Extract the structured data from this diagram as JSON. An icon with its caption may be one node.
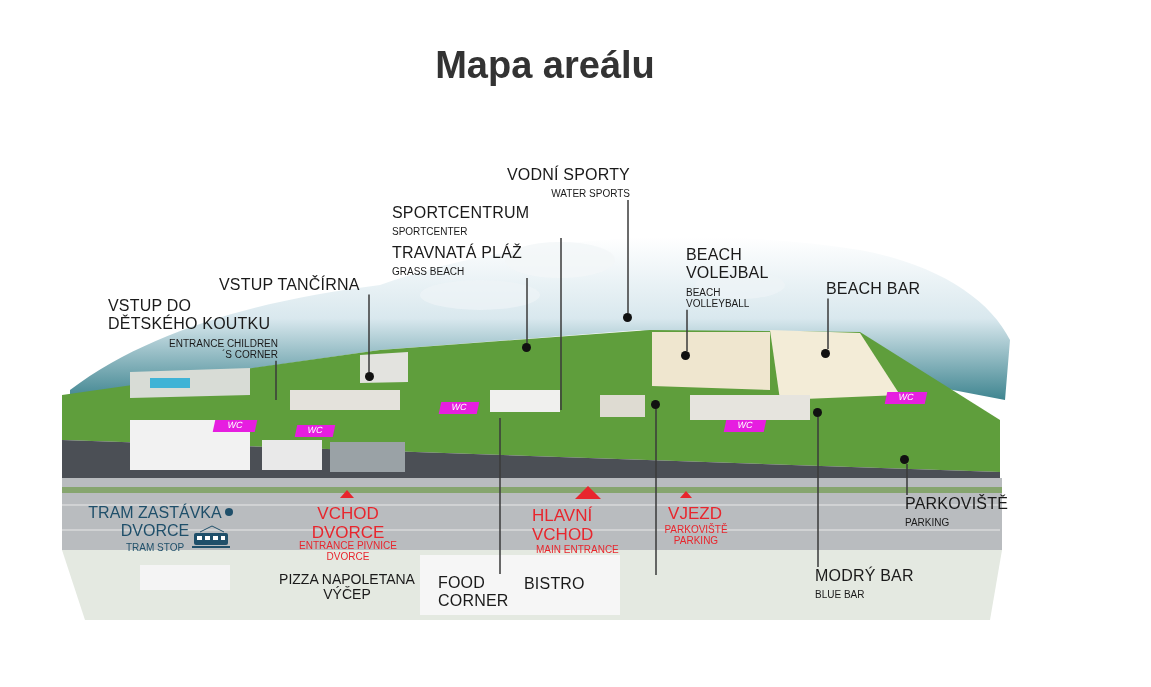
{
  "diagram": {
    "title": "Mapa areálu",
    "nodes": [
      {
        "text": [
          "VSTUP DO DĚTSKÉHO KOUTKU",
          "ENTRANCE CHILDREN´S CORNER"
        ]
      },
      {
        "text": [
          "VSTUP TANČÍRNA"
        ]
      },
      {
        "text": [
          "SPORTCENTRUM",
          "SPORTCENTER"
        ]
      },
      {
        "text": [
          "TRAVNATÁ PLÁŽ",
          "GRASS BEACH"
        ]
      },
      {
        "text": [
          "VODNÍ SPORTY",
          "WATER SPORTS"
        ]
      },
      {
        "text": [
          "BEACH VOLEJBAL",
          "BEACH VOLLEYBALL"
        ]
      },
      {
        "text": [
          "BEACH BAR"
        ]
      },
      {
        "text": [
          "FOOD CORNER"
        ]
      },
      {
        "text": [
          "BISTRO"
        ]
      },
      {
        "text": [
          "MODRÝ BAR",
          "BLUE BAR"
        ]
      },
      {
        "text": [
          "PARKOVIŠTĚ",
          "PARKING"
        ]
      },
      {
        "text": [],
        "shape": "circle"
      },
      {
        "text": [],
        "shape": "circle"
      },
      {
        "text": [],
        "shape": "circle"
      },
      {
        "text": [],
        "shape": "circle"
      },
      {
        "text": [],
        "shape": "circle"
      },
      {
        "text": [],
        "shape": "circle"
      },
      {
        "text": [],
        "shape": "circle"
      },
      {
        "text": [],
        "shape": "circle"
      }
    ],
    "edges": [
      {
        "from": 0,
        "to": null,
        "arrow": "none"
      },
      {
        "from": 1,
        "to": 11,
        "arrow": "none"
      },
      {
        "from": 2,
        "to": null,
        "arrow": "none"
      },
      {
        "from": 3,
        "to": 12,
        "arrow": "none"
      },
      {
        "from": 4,
        "to": 13,
        "arrow": "none"
      },
      {
        "from": 5,
        "to": 14,
        "arrow": "none"
      },
      {
        "from": 6,
        "to": 15,
        "arrow": "none"
      },
      {
        "from": 7,
        "to": null,
        "arrow": "none"
      },
      {
        "from": 8,
        "to": 16,
        "arrow": "none"
      },
      {
        "from": 9,
        "to": 17,
        "arrow": "none"
      },
      {
        "from": 10,
        "to": 18,
        "arrow": "none"
      }
    ],
    "labels": [
      "WC",
      "WC",
      "WC",
      "WC",
      "WC",
      "TRAM ZASTÁVKA DVORCE",
      "TRAM STOP",
      "VCHOD DVORCE",
      "ENTRANCE PIVNICE DVORCE",
      "HLAVNÍ VCHOD",
      "MAIN ENTRANCE",
      "VJEZD",
      "PARKOVIŠTĚ PARKING",
      "PIZZA NAPOLETANA VÝČEP"
    ]
  }
}
